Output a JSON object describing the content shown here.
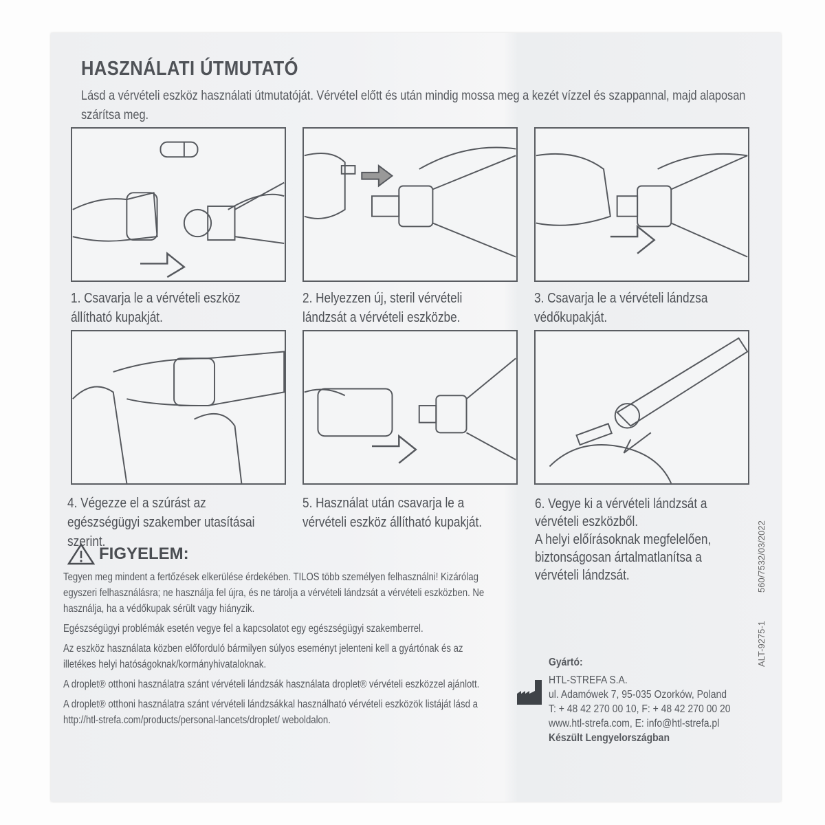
{
  "title": "HASZNÁLATI ÚTMUTATÓ",
  "intro": "Lásd a vérvételi eszköz használati útmutatóját. Vérvétel előtt és után mindig mossa meg a kezét vízzel és szappannal, majd alaposan szárítsa meg.",
  "steps": [
    {
      "caption": "1. Csavarja le a vérvételi eszköz állítható kupakját."
    },
    {
      "caption": "2. Helyezzen új, steril vérvételi lándzsát a vérvételi eszközbe."
    },
    {
      "caption": "3. Csavarja le a vérvételi lándzsa védőkupakját."
    },
    {
      "caption": "4. Végezze el a szúrást az egészségügyi szakember utasításai szerint."
    },
    {
      "caption": "5. Használat után csavarja le a vérvételi eszköz állítható kupakját."
    },
    {
      "caption": "6. Vegye ki a vérvételi lándzsát a vérvételi eszközből.",
      "extra": "A helyi előírásoknak megfelelően, biztonságosan ártalmatlanítsa a vérvételi lándzsát."
    }
  ],
  "warning": {
    "heading": "FIGYELEM:",
    "paragraphs": [
      "Tegyen meg mindent a fertőzések elkerülése érdekében. TILOS több személyen felhasználni! Kizárólag egyszeri felhasználásra; ne használja fel újra, és ne tárolja a vérvételi lándzsát a vérvételi eszközben. Ne használja, ha a védőkupak sérült vagy hiányzik.",
      "Egészségügyi problémák esetén vegye fel a kapcsolatot egy egészségügyi szakemberrel.",
      "Az eszköz használata közben előforduló bármilyen súlyos eseményt jelenteni kell a gyártónak és az illetékes helyi hatóságoknak/kormányhivataloknak.",
      "A droplet® otthoni használatra szánt vérvételi lándzsák használata droplet® vérvételi eszközzel ajánlott.",
      "A droplet® otthoni használatra szánt vérvételi lándzsákkal használható vérvételi eszközök listáját lásd a http://htl-strefa.com/products/personal-lancets/droplet/ weboldalon."
    ]
  },
  "codes": {
    "doc_code": "560/7532/03/2022",
    "alt_code": "ALT-9275-1"
  },
  "manufacturer": {
    "label": "Gyártó:",
    "name": "HTL-STREFA S.A.",
    "address": "ul. Adamówek 7,  95-035 Ozorków, Poland",
    "phone": "T: + 48 42 270 00 10,  F: + 48 42 270 00 20",
    "web": "www.htl-strefa.com, E: info@htl-strefa.pl",
    "made_in": "Készült Lengyelországban"
  }
}
